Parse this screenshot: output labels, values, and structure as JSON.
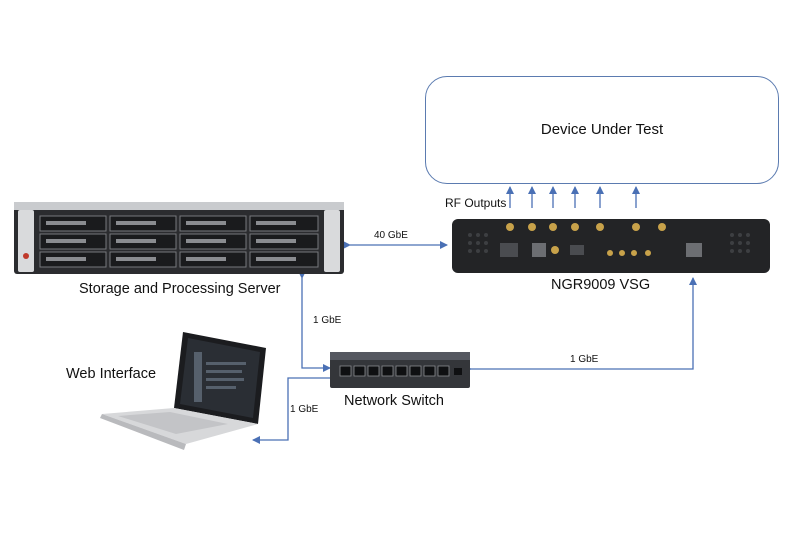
{
  "dut": {
    "label": "Device Under Test"
  },
  "rf_outputs_label": "RF Outputs",
  "vsg": {
    "label": "NGR9009 VSG"
  },
  "server": {
    "label": "Storage and Processing Server"
  },
  "switch": {
    "label": "Network Switch"
  },
  "laptop": {
    "label": "Web Interface"
  },
  "links": {
    "server_vsg": "40 GbE",
    "server_switch": "1 GbE",
    "switch_vsg": "1 GbE",
    "switch_laptop": "1 GbE"
  },
  "colors": {
    "arrow": "#4a70b5",
    "outline": "#5b7bb0"
  }
}
